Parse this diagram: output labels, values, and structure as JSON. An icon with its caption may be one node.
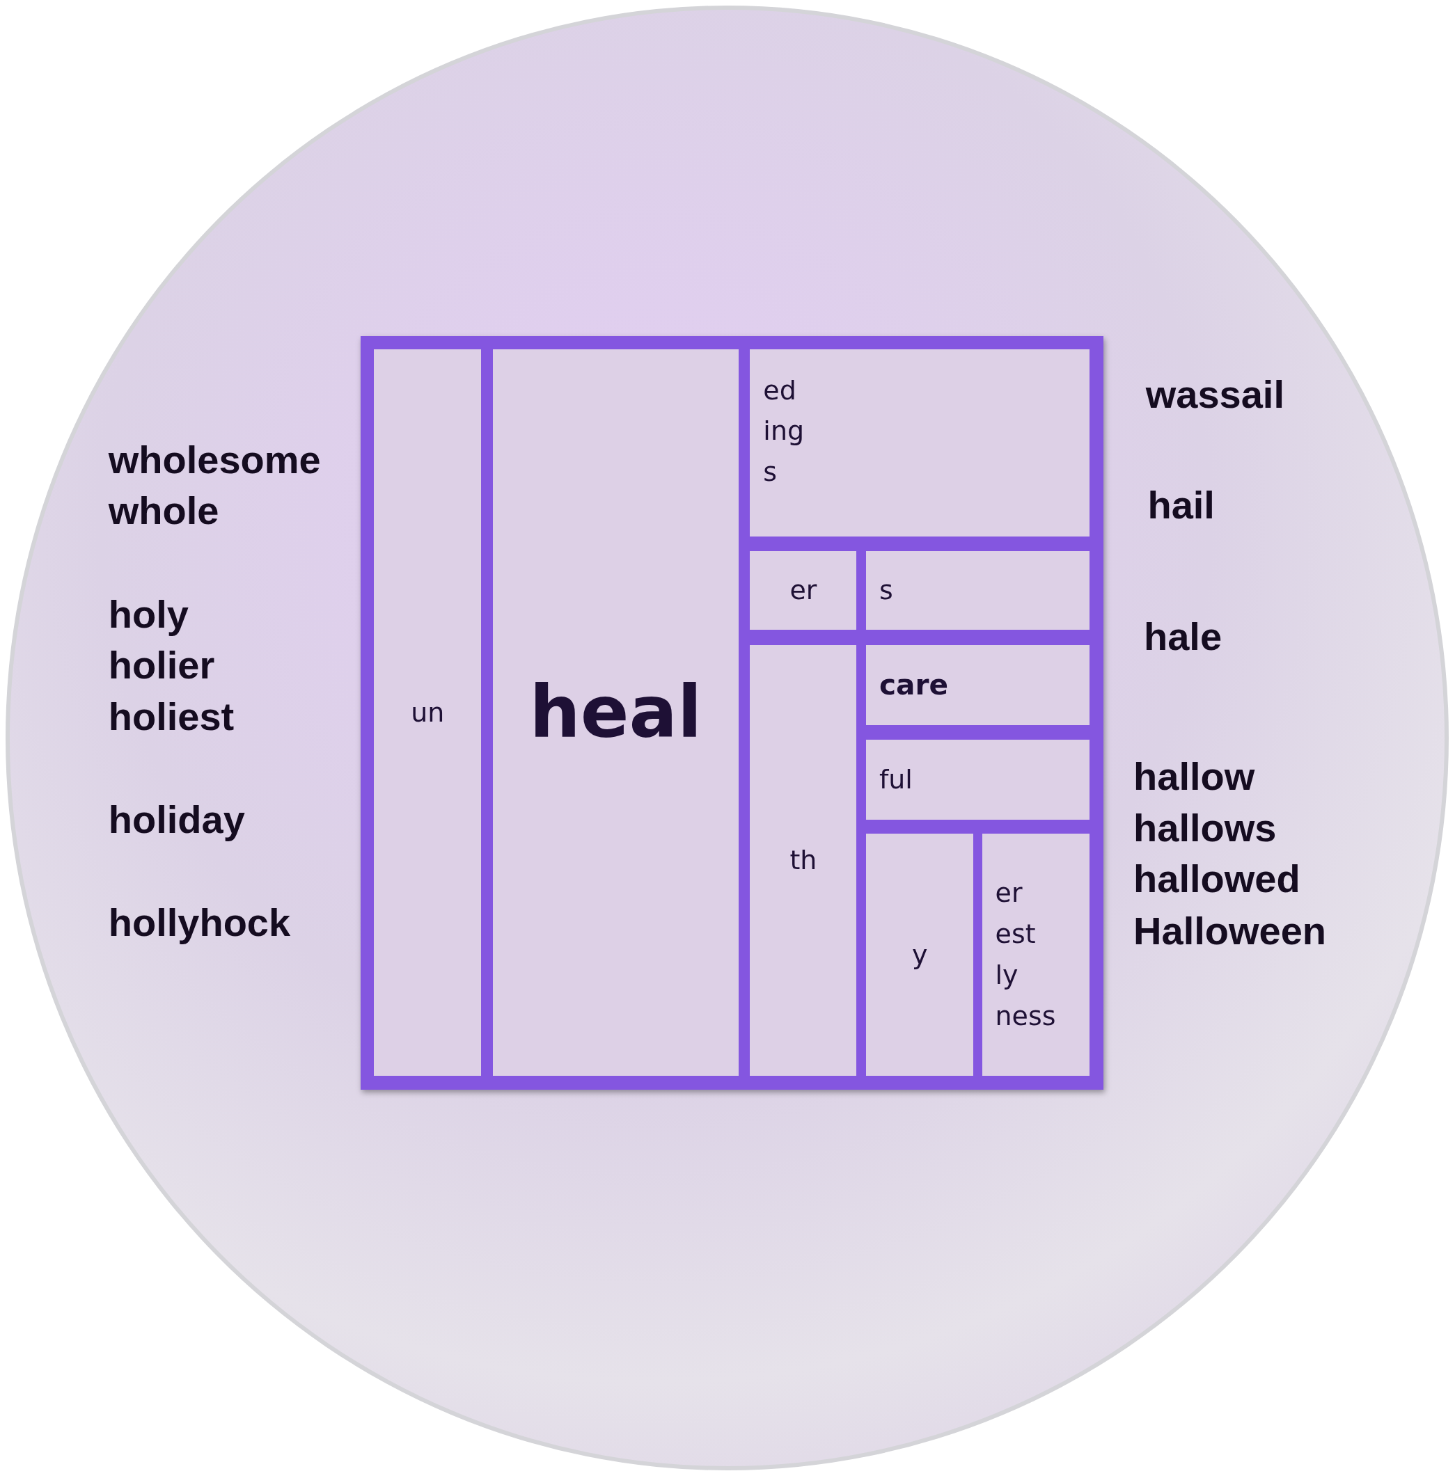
{
  "diagram": {
    "nodes": [
      {
        "text": [],
        "shape": "circle"
      },
      {
        "text": [],
        "shape": "box",
        "in": 0
      },
      {
        "text": [
          "un"
        ],
        "in": 1
      },
      {
        "text": [
          "heal"
        ],
        "in": 1
      },
      {
        "text": [
          "ed",
          "ing",
          "s"
        ],
        "in": 1
      },
      {
        "text": [
          "er"
        ],
        "in": 1
      },
      {
        "text": [
          "s"
        ],
        "in": 1
      },
      {
        "text": [
          "th"
        ],
        "in": 1
      },
      {
        "text": [
          "care"
        ],
        "in": 1
      },
      {
        "text": [
          "ful"
        ],
        "in": 1
      },
      {
        "text": [
          "y"
        ],
        "in": 1
      },
      {
        "text": [
          "er",
          "est",
          "ly",
          "ness"
        ],
        "in": 1
      }
    ],
    "edges": [],
    "labels": [
      "wholesome",
      "whole",
      "holy",
      "holier",
      "holiest",
      "holiday",
      "hollyhock",
      "wassail",
      "hail",
      "hale",
      "hallow",
      "hallows",
      "hallowed",
      "Halloween"
    ]
  }
}
